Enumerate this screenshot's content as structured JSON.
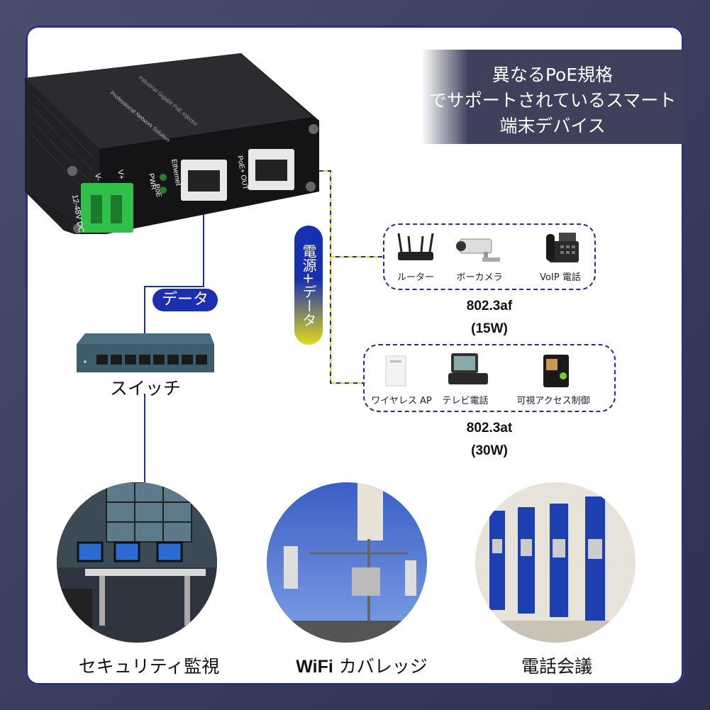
{
  "header": {
    "line1": "異なるPoE規格",
    "line2": "でサポートされているスマート",
    "line3": "端末デバイス"
  },
  "device": {
    "power_label": "12-48V DC",
    "terminal_minus": "V-",
    "terminal_plus": "V+",
    "led_pwr": "PWR",
    "led_poe": "PoE",
    "port_ethernet": "Ethernet",
    "port_poe_out": "PoE+ OUT",
    "top_text": "Professional Network Solution",
    "top_text2": "Industrial Gigabit PoE Injector"
  },
  "data_pill": "データ",
  "power_data_pill": "電源+データ",
  "switch_label": "スイッチ",
  "group_af": {
    "items": [
      "ルーター",
      "ボーカメラ",
      "VoIP 電話"
    ],
    "spec_line1": "802.3af",
    "spec_line2": "(15W)"
  },
  "group_at": {
    "items": [
      "ワイヤレス AP",
      "テレビ電話",
      "可視アクセス制御"
    ],
    "spec_line1": "802.3at",
    "spec_line2": "(30W)"
  },
  "applications": {
    "security": "セキュリティ監視",
    "wifi_bold": "WiFi",
    "wifi_rest": " カバレッジ",
    "conference": "電話会議"
  },
  "colors": {
    "accent_blue": "#1c2fb0",
    "yellow_line": "#e5d91a",
    "background": "#3b3f5f",
    "terminal_green": "#2fbf4a"
  }
}
